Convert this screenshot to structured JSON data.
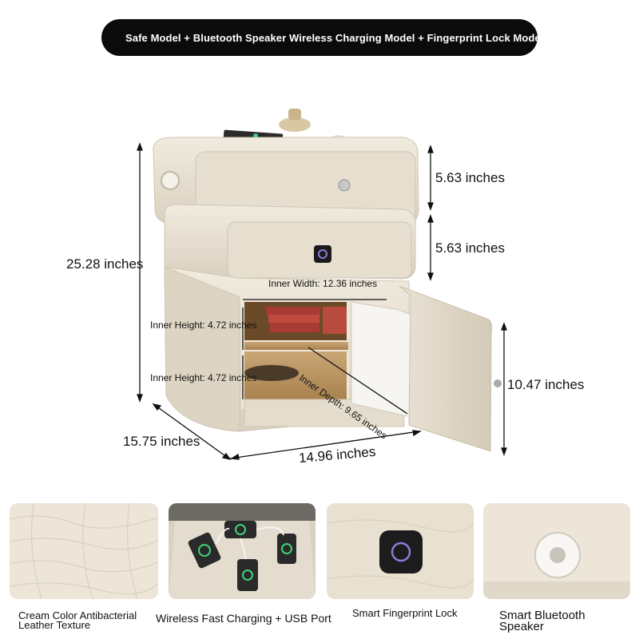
{
  "banner": {
    "text": "Safe Model + Bluetooth Speaker Wireless Charging Model + Fingerprint Lock Model"
  },
  "dimensions": {
    "total_height": "25.28 inches",
    "top_drawer": "5.63 inches",
    "middle_drawer": "5.63 inches",
    "cabinet_height": "10.47 inches",
    "depth": "15.75 inches",
    "width": "14.96 inches",
    "inner_width": "Inner Width: 12.36 inches",
    "inner_height_top": "Inner Height: 4.72 inches",
    "inner_height_bottom": "Inner Height: 4.72 inches",
    "inner_depth": "Inner Depth: 9.65 inches"
  },
  "features": [
    {
      "caption": "Cream Color Antibacterial Leather Texture",
      "icon": "leather-texture-icon"
    },
    {
      "caption": "Wireless Fast Charging + USB Port",
      "icon": "wireless-charging-icon"
    },
    {
      "caption": "Smart Fingerprint Lock",
      "icon": "fingerprint-lock-icon"
    },
    {
      "caption": "Smart Bluetooth Speaker",
      "icon": "bluetooth-speaker-icon"
    }
  ],
  "colors": {
    "cream": "#e8e1d3",
    "cream_dark": "#d8cfbe",
    "wood": "#b89464",
    "banner_bg": "#0b0b0b",
    "led_purple": "#8b7bd8",
    "led_green": "#3fd27a"
  }
}
